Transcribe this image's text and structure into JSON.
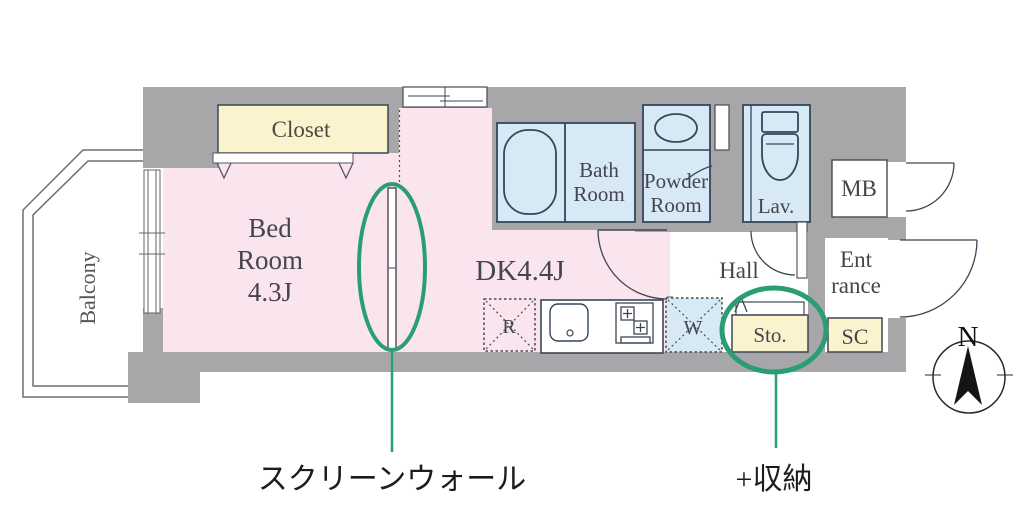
{
  "floorplan": {
    "title": "apartment-floor-plan",
    "rooms": {
      "balcony": {
        "label": "Balcony"
      },
      "bedroom": {
        "label_line1": "Bed",
        "label_line2": "Room",
        "label_line3": "4.3J"
      },
      "closet": {
        "label": "Closet"
      },
      "dining_kitchen": {
        "label": "DK4.4J"
      },
      "bath": {
        "label_line1": "Bath",
        "label_line2": "Room"
      },
      "powder": {
        "label_line1": "Powder",
        "label_line2": "Room"
      },
      "lavatory": {
        "label": "Lav."
      },
      "meter_box": {
        "label": "MB"
      },
      "hall": {
        "label": "Hall"
      },
      "entrance": {
        "label_line1": "Ent",
        "label_line2": "rance"
      },
      "storage": {
        "label": "Sto."
      },
      "shoe_closet": {
        "label": "SC"
      },
      "refrigerator_space": {
        "label": "R"
      },
      "washer_space": {
        "label": "W"
      }
    },
    "compass": {
      "label": "N"
    },
    "annotations": {
      "screen_wall": {
        "label": "スクリーンウォール"
      },
      "storage_plus": {
        "label": "+収納"
      }
    },
    "colors": {
      "wall_gray": "#a7a7a9",
      "room_pink": "#fae5ee",
      "wet_area_blue": "#d6e9f5",
      "closet_yellow": "#faf3cd",
      "annotation_green": "#2a9d75",
      "fixture_line": "#33475a"
    }
  }
}
